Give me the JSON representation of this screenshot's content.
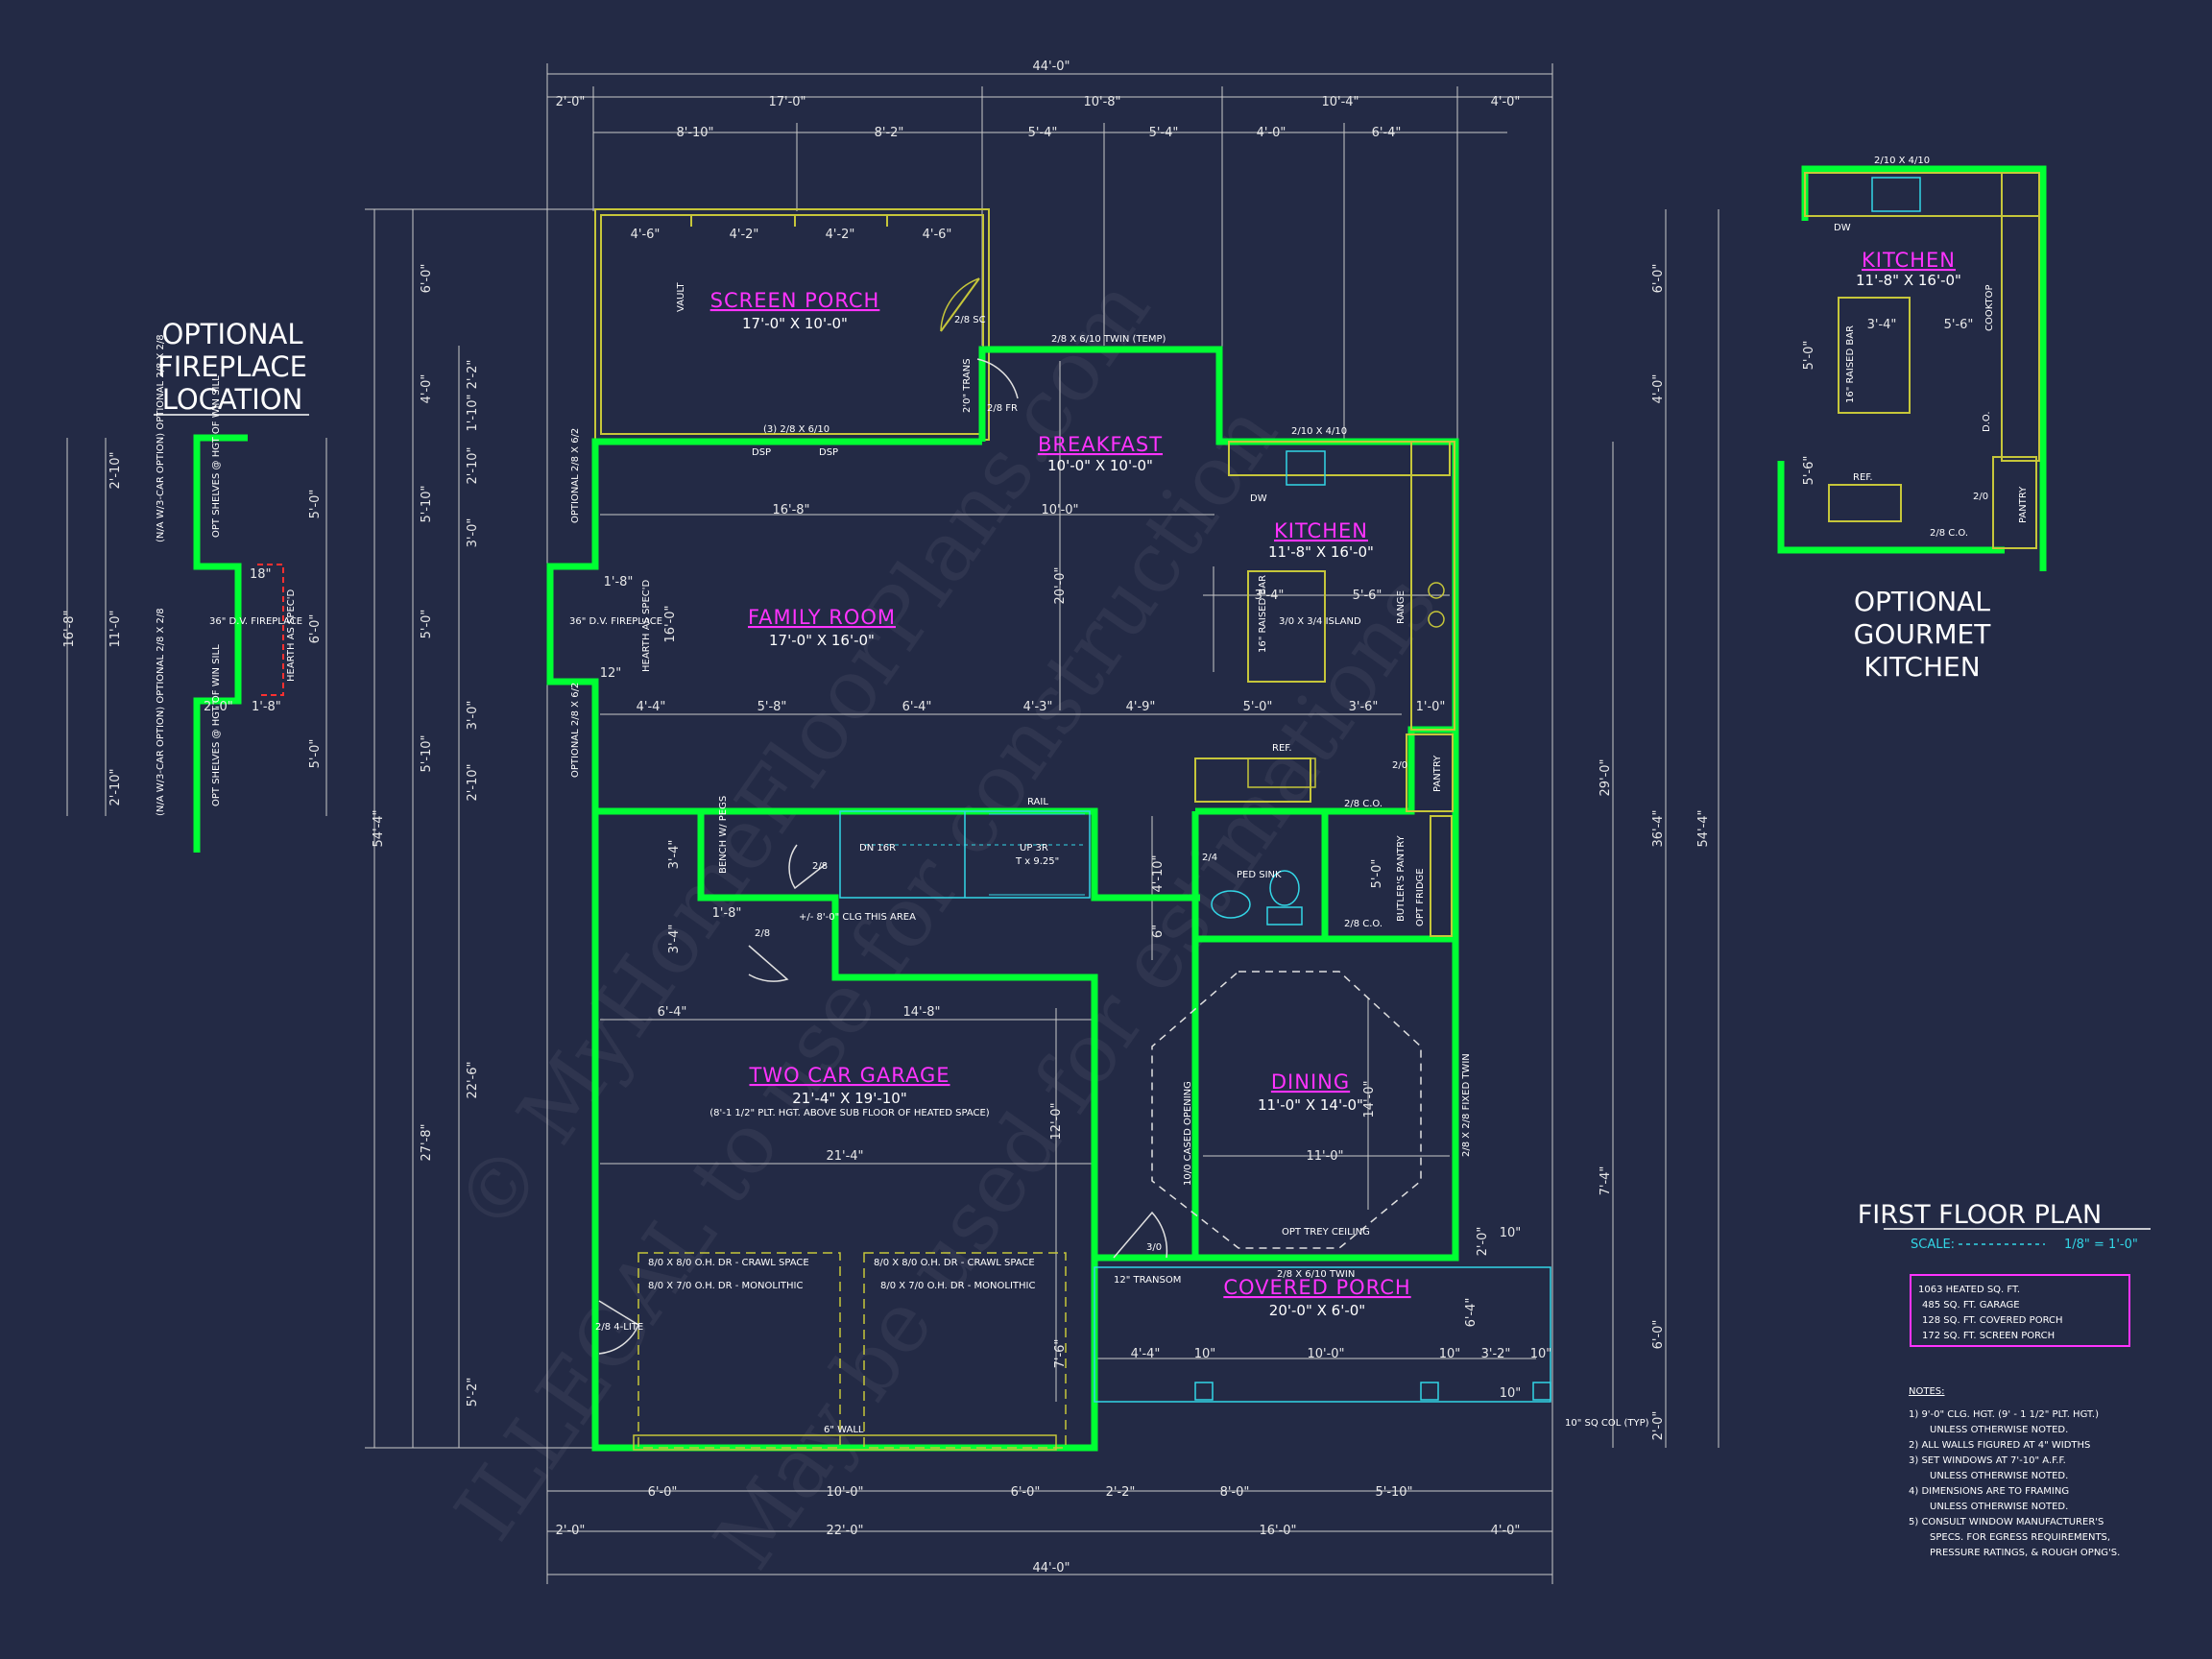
{
  "plan": {
    "title": "FIRST FLOOR PLAN",
    "scale_label": "SCALE:",
    "scale_value": "1/8\" = 1'-0\"",
    "sqft": [
      "1063 HEATED SQ. FT.",
      "485 SQ. FT. GARAGE",
      "128 SQ. FT. COVERED PORCH",
      "172 SQ. FT. SCREEN PORCH"
    ],
    "notes_title": "NOTES:",
    "notes": [
      "1) 9'-0\" CLG. HGT. (9' - 1 1/2\" PLT. HGT.)",
      "UNLESS OTHERWISE NOTED.",
      "2) ALL WALLS FIGURED AT 4\" WIDTHS",
      "3) SET WINDOWS AT 7'-10\" A.F.F.",
      "UNLESS OTHERWISE NOTED.",
      "4) DIMENSIONS ARE TO FRAMING",
      "UNLESS OTHERWISE NOTED.",
      "5) CONSULT WINDOW MANUFACTURER'S",
      "SPECS. FOR EGRESS REQUIREMENTS,",
      "PRESSURE RATINGS, & ROUGH OPNG'S."
    ]
  },
  "watermark": {
    "line1": "© MyHomeFloorPlans.com",
    "line2": "ILLEGAL to use for construction",
    "line3": "May be used for estimations"
  },
  "rooms": {
    "screen_porch": {
      "name": "SCREEN PORCH",
      "size": "17'-0\" X 10'-0\""
    },
    "breakfast": {
      "name": "BREAKFAST",
      "size": "10'-0\" X 10'-0\""
    },
    "kitchen": {
      "name": "KITCHEN",
      "size": "11'-8\" X 16'-0\""
    },
    "family_room": {
      "name": "FAMILY ROOM",
      "size": "17'-0\" X 16'-0\""
    },
    "garage": {
      "name": "TWO CAR GARAGE",
      "size": "21'-4\" X 19'-10\"",
      "note": "(8'-1 1/2\" PLT. HGT. ABOVE SUB FLOOR OF HEATED SPACE)"
    },
    "dining": {
      "name": "DINING",
      "size": "11'-0\" X 14'-0\""
    },
    "covered_porch": {
      "name": "COVERED PORCH",
      "size": "20'-0\" X 6'-0\""
    }
  },
  "optional_fireplace": {
    "title": [
      "OPTIONAL",
      "FIREPLACE",
      "LOCATION"
    ]
  },
  "optional_kitchen": {
    "title": [
      "OPTIONAL",
      "GOURMET",
      "KITCHEN"
    ],
    "room_name": "KITCHEN",
    "room_size": "11'-8\" X 16'-0\""
  },
  "dims": {
    "top_total": "44'-0\"",
    "top_row1": [
      "2'-0\"",
      "17'-0\"",
      "10'-8\"",
      "10'-4\"",
      "4'-0\""
    ],
    "top_row2": [
      "8'-10\"",
      "8'-2\"",
      "5'-4\"",
      "5'-4\"",
      "4'-0\"",
      "6'-4\""
    ],
    "bottom_total": "44'-0\"",
    "bottom_row1": [
      "2'-0\"",
      "22'-0\"",
      "16'-0\"",
      "4'-0\""
    ],
    "bottom_row2": [
      "6'-0\"",
      "10'-0\"",
      "6'-0\"",
      "2'-2\"",
      "8'-0\"",
      "5'-10\""
    ],
    "left_total": "54'-4\"",
    "left_row1": [
      "6'-0\"",
      "4'-0\"",
      "5'-10\"",
      "5'-0\"",
      "5'-10\"",
      "27'-8\""
    ],
    "left_row2": [
      "2'-2\"",
      "1'-10\"",
      "2'-10\"",
      "3'-0\"",
      "3'-0\"",
      "2'-10\"",
      "22'-6\"",
      "5'-2\""
    ],
    "right_total": "54'-4\"",
    "right_row1": [
      "6'-0\"",
      "4'-0\"",
      "36'-4\"",
      "6'-0\"",
      "2'-0\""
    ],
    "right_row2": [
      "29'-0\"",
      "7'-4\""
    ],
    "interior": [
      "16'-8\"",
      "10'-0\"",
      "20'-0\"",
      "16'-0\"",
      "4'-4\"",
      "5'-8\"",
      "6'-4\"",
      "4'-3\"",
      "4'-9\"",
      "5'-0\"",
      "3'-6\"",
      "1'-0\"",
      "6'-4\"",
      "14'-8\"",
      "21'-4\"",
      "12'-0\"",
      "11'-0\"",
      "14'-0\"",
      "4'-10\"",
      "5'-0\"",
      "3'-4\"",
      "3'-4\"",
      "1'-8\"",
      "4'-4\"",
      "10'-0\"",
      "3'-2\"",
      "6'-4\"",
      "2'-0\"",
      "7'-6\"",
      "4'-6\"",
      "4'-2\"",
      "4'-2\"",
      "4'-6\"",
      "3'-4\"",
      "5'-6\"",
      "1'-8\"",
      "12\"",
      "6\"",
      "10\"",
      "10\"",
      "10\"",
      "10\"",
      "10\""
    ]
  },
  "labels": {
    "vault": "VAULT",
    "trans": "2'0\" TRANS",
    "door_28fr": "2/8 FR",
    "door_28sc": "2/8 SC",
    "twin_temp": "2/8 X 6/10 TWIN (TEMP)",
    "sliders": "(3) 2/8 X 6/10",
    "dsp1": "DSP",
    "dsp2": "DSP",
    "window_kit": "2/10 X 4/10",
    "dw": "DW",
    "raised_bar": "16\" RAISED BAR",
    "island": "3/0 X 3/4 ISLAND",
    "range": "RANGE",
    "ref": "REF.",
    "pantry": "PANTRY",
    "co1": "2/8 C.O.",
    "co2": "2/8 C.O.",
    "door_20": "2/0",
    "fireplace": "36\" D.V. FIREPLACE",
    "hearth": "HEARTH AS SPEC'D",
    "optional_win1": "OPTIONAL 2/8 X 6/2",
    "optional_win2": "OPTIONAL 2/8 X 6/2",
    "bench": "BENCH W/ PEGS",
    "door_28a": "2/8",
    "door_28b": "2/8",
    "door_24": "2/4",
    "clg": "+/- 8'-0\" CLG THIS AREA",
    "dn": "DN 16R",
    "up": "UP 3R",
    "up_tread": "T x 9.25\"",
    "rail": "RAIL",
    "ped_sink": "PED SINK",
    "butlers": "BUTLER'S PANTRY",
    "opt_fridge": "OPT FRIDGE",
    "cased": "10/0 CASED OPENING",
    "fixed_twin": "2/8 X 2/8 FIXED TWIN",
    "trey": "OPT TREY CEILING",
    "twin_front": "2/8 X 6/10 TWIN",
    "door_30": "3/0",
    "transom": "12\" TRANSOM",
    "garage_door1a": "8/0 X 8/0 O.H. DR - CRAWL SPACE",
    "garage_door1b": "8/0 X 7/0 O.H. DR - MONOLITHIC",
    "garage_door2a": "8/0 X 8/0 O.H. DR - CRAWL SPACE",
    "garage_door2b": "8/0 X 7/0 O.H. DR - MONOLITHIC",
    "wall6": "6\" WALL",
    "door_lite": "2/8 4-LITE",
    "col": "10\" SQ COL (TYP)"
  },
  "fp_detail": {
    "left_dims": [
      "2'-10\"",
      "11'-0\"",
      "2'-10\""
    ],
    "total": "16'-8\"",
    "right_dims": [
      "5'-0\"",
      "6'-0\"",
      "5'-0\""
    ],
    "fireplace": "36\" D.V. FIREPLACE",
    "hearth": "HEARTH AS SPEC'D",
    "w1": "(N/A W/3-CAR OPTION) OPTIONAL 2/8 X 2/8",
    "w2": "(N/A W/3-CAR OPTION) OPTIONAL 2/8 X 2/8",
    "s1": "OPT SHELVES @ HGT OF WIN SILL",
    "s2": "OPT SHELVES @ HGT OF WIN SILL",
    "d18": "18\"",
    "d20": "2'-0\"",
    "d18b": "1'-8\""
  },
  "gk_detail": {
    "window": "2/10 X 4/10",
    "dw": "DW",
    "cooktop": "COOKTOP",
    "raised_bar": "16\" RAISED BAR",
    "d34": "3'-4\"",
    "d56": "5'-6\"",
    "do": "D.O.",
    "ref": "REF.",
    "door": "2/0",
    "pantry": "PANTRY",
    "co": "2/8 C.O.",
    "left_dims": [
      "5'-0\"",
      "5'-6\""
    ]
  }
}
